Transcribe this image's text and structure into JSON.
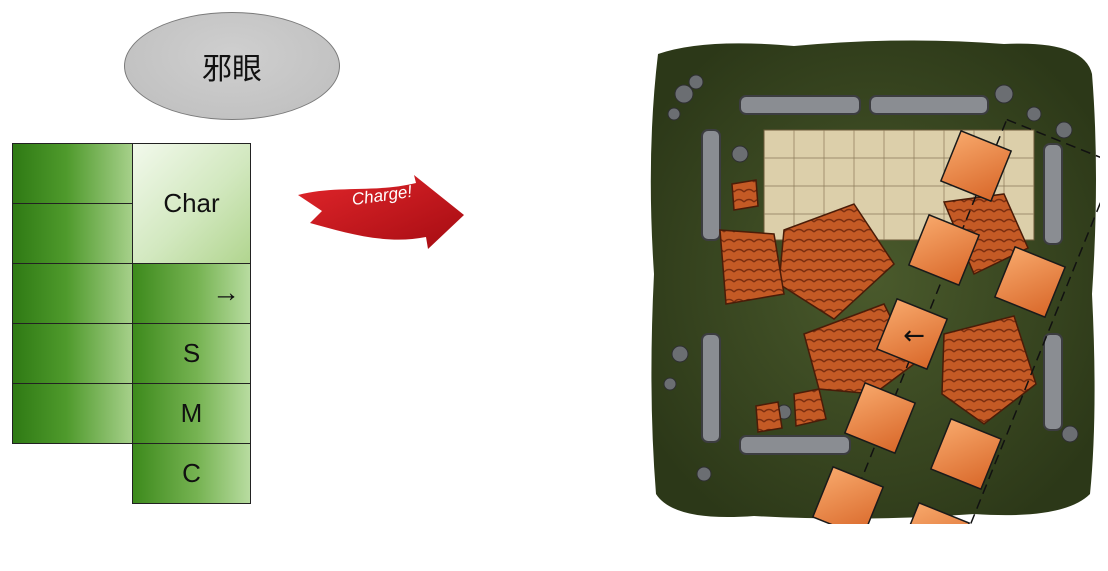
{
  "title": "邪眼",
  "card": {
    "char_label": "Char",
    "arrow_glyph": "→",
    "s_label": "S",
    "m_label": "M",
    "c_label": "C"
  },
  "charge": {
    "label": "Charge!"
  },
  "map": {
    "arrow_glyph": "←"
  },
  "colors": {
    "card_green": "#3d8a1c",
    "charge_red": "#c0151c",
    "tile_orange": "#e8853d",
    "ground_green": "#3a4a22",
    "floor_tan": "#d9cba8"
  }
}
